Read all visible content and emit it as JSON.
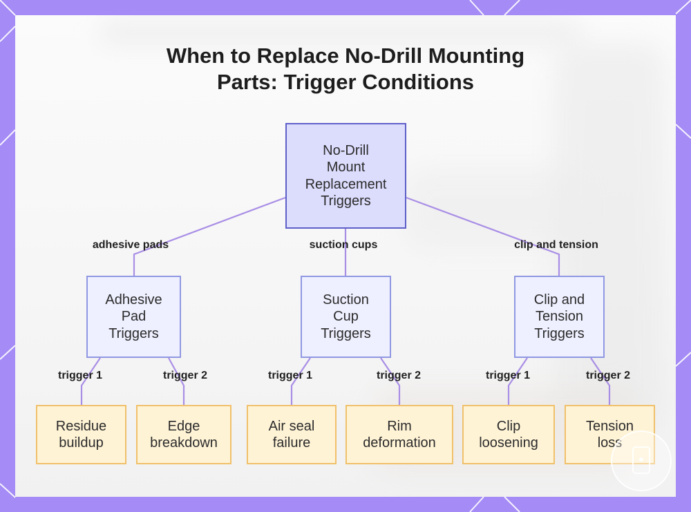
{
  "title": {
    "line1": "When to Replace No-Drill Mounting",
    "line2": "Parts: Trigger Conditions"
  },
  "root": {
    "label": "No-Drill\nMount\nReplacement\nTriggers"
  },
  "branches": [
    {
      "edge_label": "adhesive pads",
      "label": "Adhesive\nPad\nTriggers",
      "leaves": [
        {
          "edge_label": "trigger 1",
          "label": "Residue\nbuildup"
        },
        {
          "edge_label": "trigger 2",
          "label": "Edge\nbreakdown"
        }
      ]
    },
    {
      "edge_label": "suction cups",
      "label": "Suction\nCup\nTriggers",
      "leaves": [
        {
          "edge_label": "trigger 1",
          "label": "Air seal\nfailure"
        },
        {
          "edge_label": "trigger 2",
          "label": "Rim\ndeformation"
        }
      ]
    },
    {
      "edge_label": "clip and tension",
      "label": "Clip and\nTension\nTriggers",
      "leaves": [
        {
          "edge_label": "trigger 1",
          "label": "Clip\nloosening"
        },
        {
          "edge_label": "trigger 2",
          "label": "Tension\nloss"
        }
      ]
    }
  ],
  "colors": {
    "background": "#a48bf5",
    "connector": "#a98ee6",
    "root_fill": "#dcdcfd",
    "root_border": "#5d5fc8",
    "branch_fill": "#eef0ff",
    "branch_border": "#8f97e2",
    "leaf_fill": "#fff3d6",
    "leaf_border": "#f0c06a"
  }
}
